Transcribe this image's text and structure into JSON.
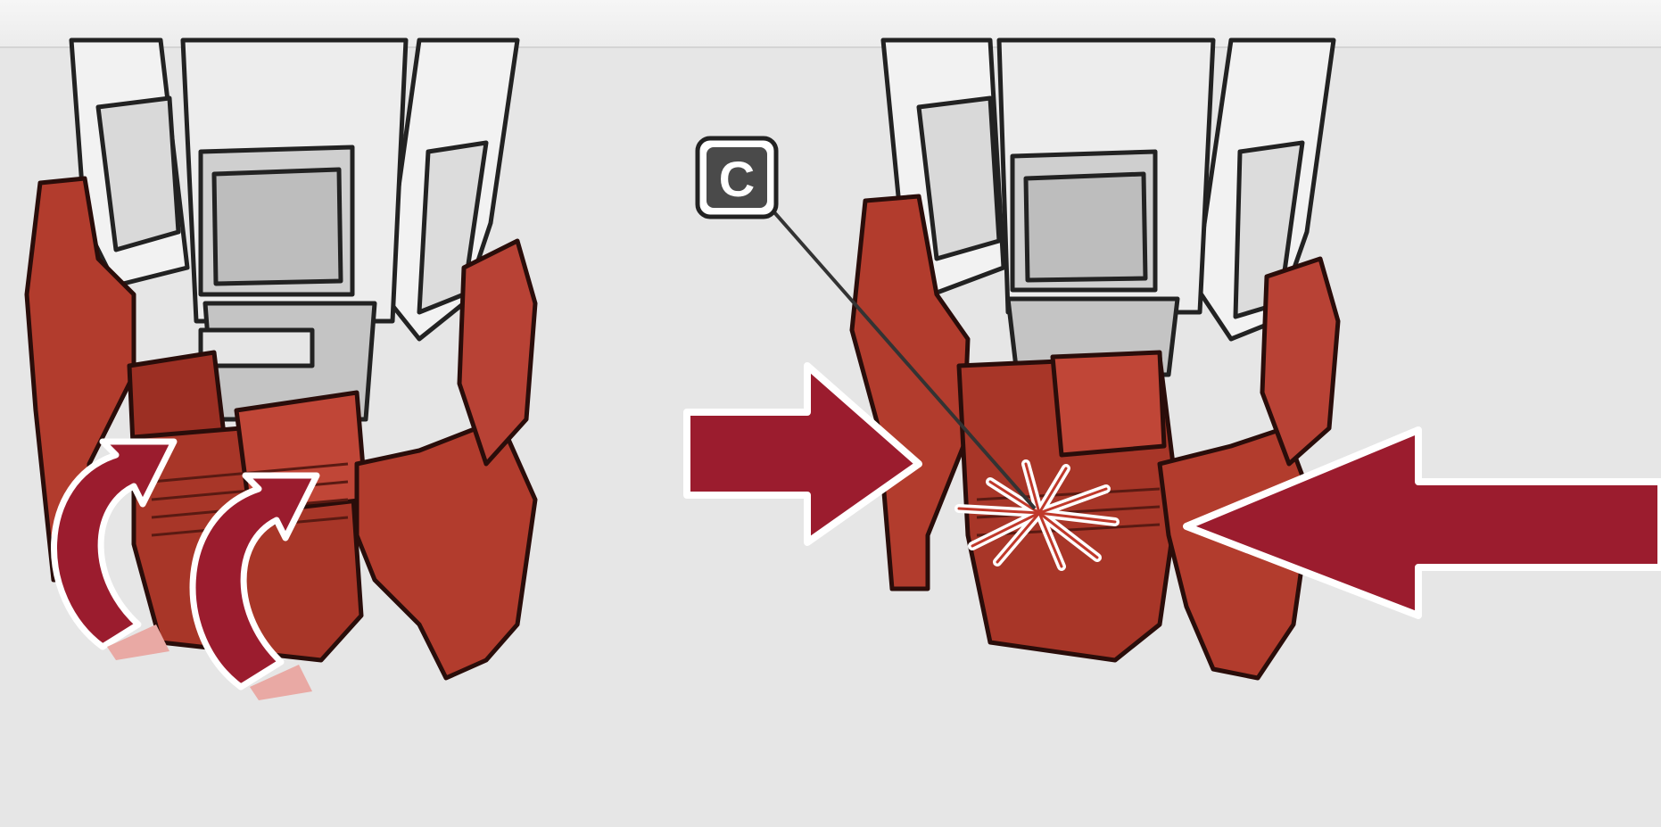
{
  "diagram": {
    "panels": [
      {
        "step": "rotate-parts-up"
      },
      {
        "step": "press-parts-together"
      }
    ],
    "callout": {
      "label": "C"
    },
    "colors": {
      "background": "#e6e6e6",
      "red_part": "#b23c2d",
      "red_part_dark": "#7f231a",
      "arrow_red": "#9b1c2e",
      "white_part": "#f4f4f4",
      "gray_part": "#c9c9c9",
      "outline": "#222222",
      "badge": "#4a4a4a"
    }
  }
}
